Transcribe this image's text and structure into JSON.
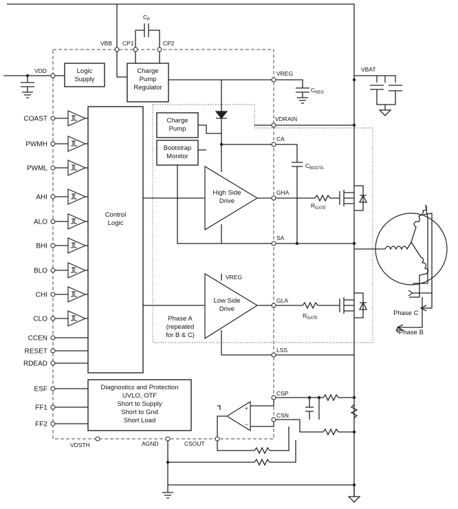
{
  "pins": {
    "vdd": "VDD",
    "vbb": "VBB",
    "cp1": "CP1",
    "cp2": "CP2",
    "cp_cap": "C",
    "cp_cap_sub": "P",
    "vreg": "VREG",
    "creg": "C",
    "creg_sub": "REG",
    "vbat": "VBAT",
    "vdrain": "VDRAIN",
    "ca": "CA",
    "cboot": "C",
    "cboot_sub": "BOOTA",
    "gha": "GHA",
    "sa": "SA",
    "gla": "GLA",
    "lss": "LSS",
    "csp": "CSP",
    "csn": "CSN",
    "csout": "CSOUT",
    "agnd": "AGND",
    "vdsth": "VDSTH",
    "rgate1": "R",
    "rgate1_sub": "GATE",
    "rgate2": "R",
    "rgate2_sub": "GATE",
    "vreg_ld": "VREG",
    "left": [
      "COAST",
      "PWMH",
      "PWML",
      "AHI",
      "ALO",
      "BHI",
      "BLO",
      "CHI",
      "CLO",
      "CCEN",
      "RESET",
      "RDEAD",
      "ESF",
      "FF1",
      "FF2"
    ]
  },
  "blocks": {
    "logic_supply": [
      "Logic",
      "Supply"
    ],
    "charge_pump_reg": [
      "Charge",
      "Pump",
      "Regulator"
    ],
    "charge_pump": [
      "Charge",
      "Pump"
    ],
    "bootstrap": [
      "Bootstrap",
      "Monitor"
    ],
    "control_logic": [
      "Control",
      "Logic"
    ],
    "high_side": [
      "High Side",
      "Drive"
    ],
    "low_side": [
      "Low Side",
      "Drive"
    ],
    "phase_a": [
      "Phase A",
      "(repeated",
      "for B & C)"
    ],
    "diag": [
      "Diagnostics and Protection",
      "UVLO, OTF",
      "Short to Supply",
      "Short to Gnd",
      "Short Load"
    ]
  },
  "motor": {
    "phase_c": "Phase C",
    "phase_b": "Phase B"
  }
}
